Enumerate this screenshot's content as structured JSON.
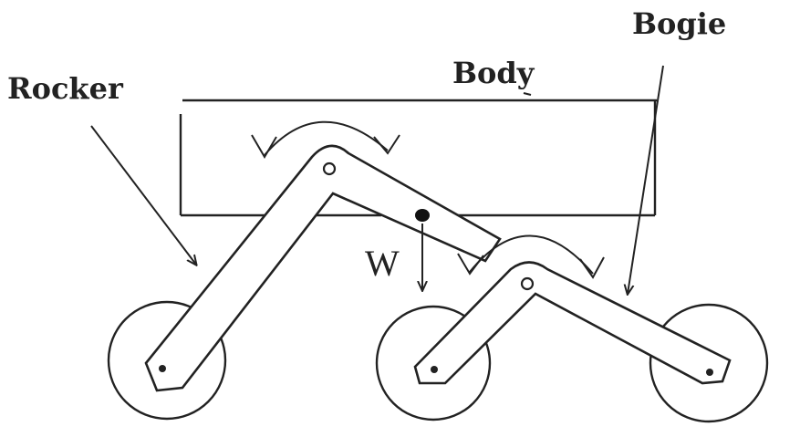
{
  "labels": {
    "rocker": "Rocker",
    "body": "Body",
    "bogie": "Bogie",
    "weight": "W"
  }
}
